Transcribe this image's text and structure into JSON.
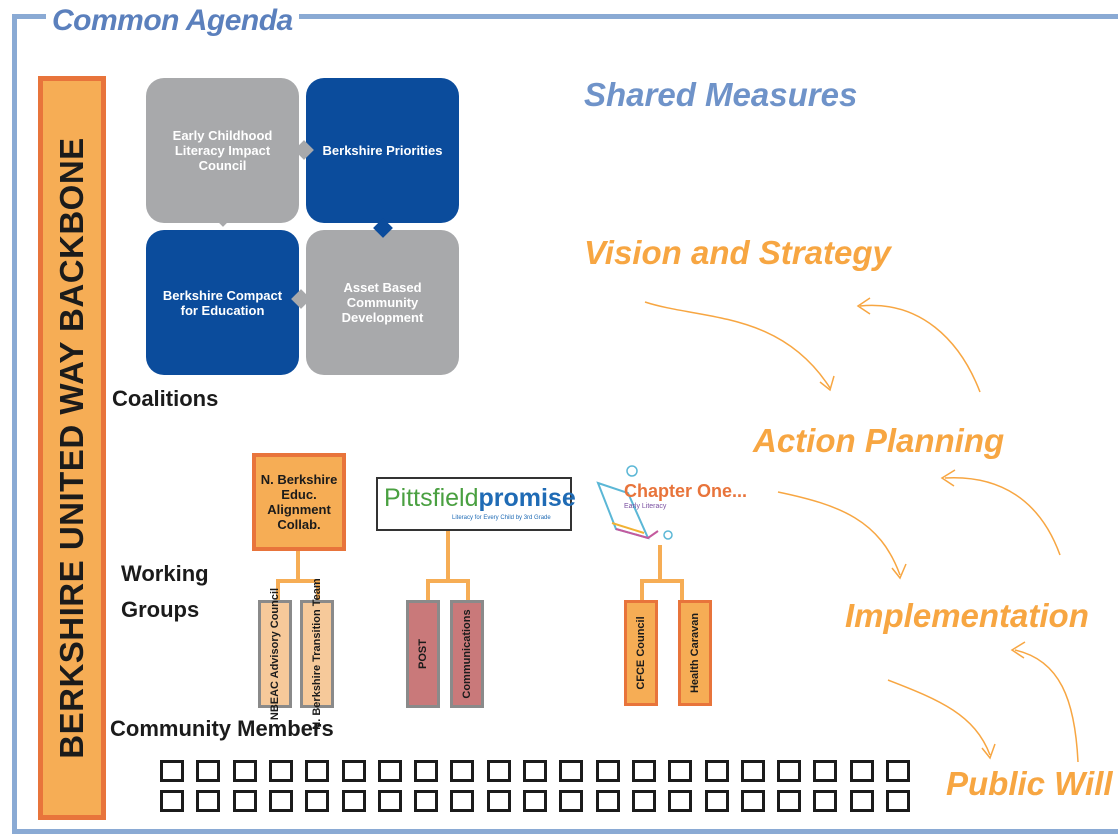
{
  "frame": {
    "title": "Common Agenda",
    "border_color": "#8aaad4"
  },
  "backbone": {
    "label": "BERKSHIRE UNITED WAY BACKBONE",
    "fill": "#f6ad55",
    "border": "#e8743b"
  },
  "coalitions": {
    "tiles": [
      {
        "label": "Early Childhood Literacy Impact Council",
        "color": "grey"
      },
      {
        "label": "Berkshire Priorities",
        "color": "blue"
      },
      {
        "label": "Berkshire Compact for Education",
        "color": "blue"
      },
      {
        "label": "Asset Based Community Development",
        "color": "grey"
      }
    ],
    "heading": "Coalitions"
  },
  "shared_measures": "Shared Measures",
  "stages": {
    "vision": "Vision and Strategy",
    "action": "Action Planning",
    "implementation": "Implementation",
    "public_will": "Public Will"
  },
  "working_groups": {
    "heading_line1": "Working",
    "heading_line2": "Groups",
    "north": {
      "title": "N. Berkshire Educ. Alignment Collab.",
      "items": [
        "NBEAC Advisory Council",
        "N. Berkshire Transition Team"
      ]
    },
    "pittsfield": {
      "logo_part1": "Pittsfield",
      "logo_part2": "promise",
      "tagline": "Literacy for Every Child by 3rd Grade",
      "items": [
        "POST",
        "Communications"
      ]
    },
    "chapter_one": {
      "logo": "Chapter One...",
      "subtext": "Early Literacy",
      "items": [
        "CFCE Council",
        "Health Caravan"
      ]
    }
  },
  "community": {
    "heading": "Community Members",
    "rows": 2,
    "columns": 21
  }
}
